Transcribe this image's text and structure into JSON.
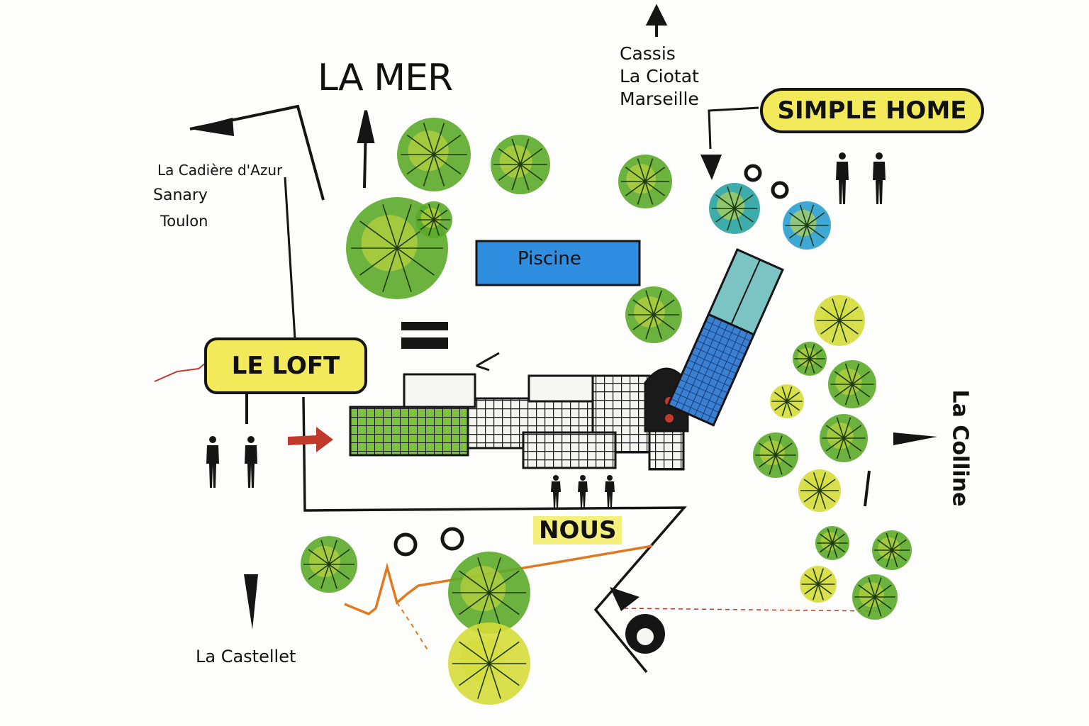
{
  "map": {
    "sea_label": "LA MER",
    "destinations_west": [
      "La Cadière d'Azur",
      "Sanary",
      "Toulon"
    ],
    "destinations_north_east": [
      "Cassis",
      "La Ciotat",
      "Marseille"
    ],
    "destination_south": "La Castellet",
    "hills_label": "La Colline"
  },
  "places": {
    "simple_home": "SIMPLE HOME",
    "le_loft": "LE LOFT",
    "pool": "Piscine",
    "nous": "NOUS"
  },
  "colors": {
    "label_highlight": "#f2ea5a",
    "pool": "#2f8ee0",
    "tree_green": "#5caa2a",
    "tree_yellow": "#d6dc3a",
    "accent_red": "#c0392b",
    "path_orange": "#e07a20",
    "ink": "#151515"
  }
}
